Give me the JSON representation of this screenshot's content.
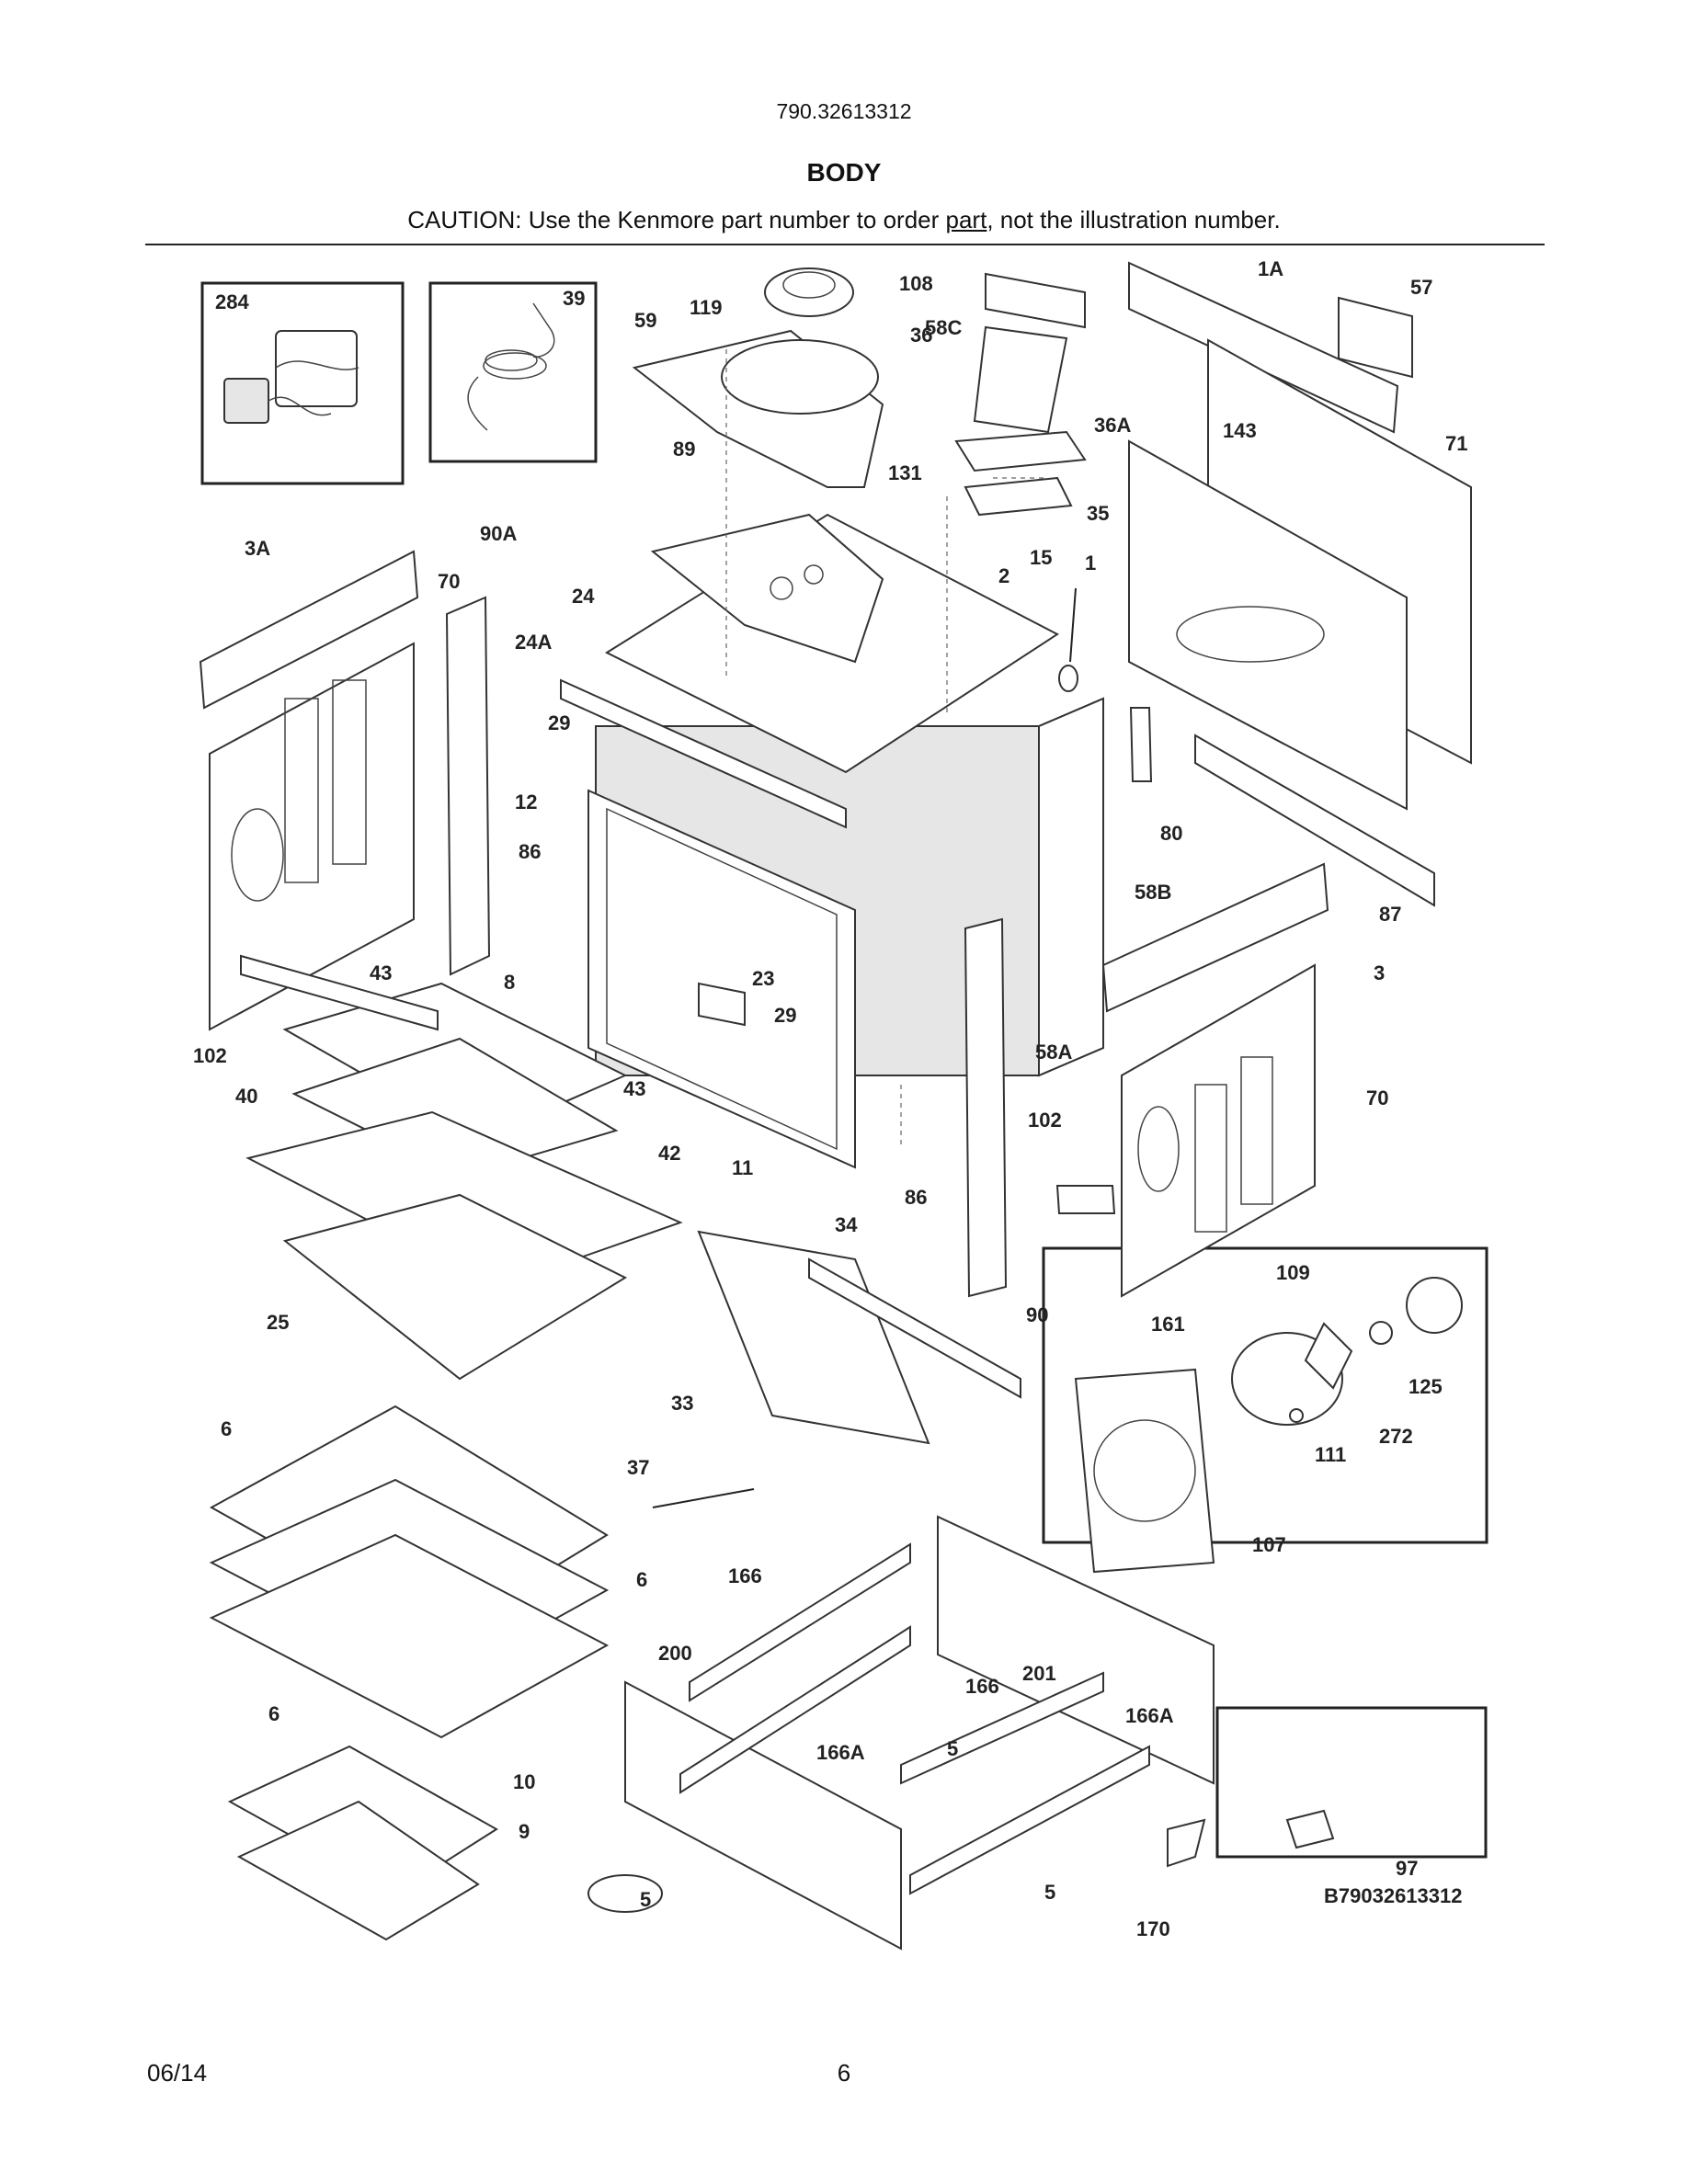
{
  "header": {
    "model_number": "790.32613312",
    "section_title": "BODY",
    "caution_pre": "CAUTION: Use the Kenmore part number to order ",
    "caution_link": "part",
    "caution_post": ", not the illustration number."
  },
  "diagram": {
    "drawing_id": "B79032613312",
    "callouts": [
      "284",
      "39",
      "119",
      "108",
      "58C",
      "36",
      "59",
      "89",
      "131",
      "36A",
      "35",
      "1A",
      "57",
      "143",
      "71",
      "3A",
      "90A",
      "70",
      "24",
      "24A",
      "2",
      "15",
      "1",
      "29",
      "12",
      "86",
      "80",
      "87",
      "58B",
      "43",
      "8",
      "102",
      "23",
      "29",
      "3",
      "58A",
      "40",
      "43",
      "42",
      "11",
      "86",
      "102",
      "70",
      "25",
      "34",
      "90",
      "109",
      "161",
      "125",
      "33",
      "272",
      "111",
      "6",
      "37",
      "107",
      "6",
      "166",
      "200",
      "201",
      "166",
      "166A",
      "166A",
      "6",
      "5",
      "10",
      "9",
      "5",
      "5",
      "170",
      "97"
    ]
  },
  "footer": {
    "date": "06/14",
    "page_number": "6"
  }
}
